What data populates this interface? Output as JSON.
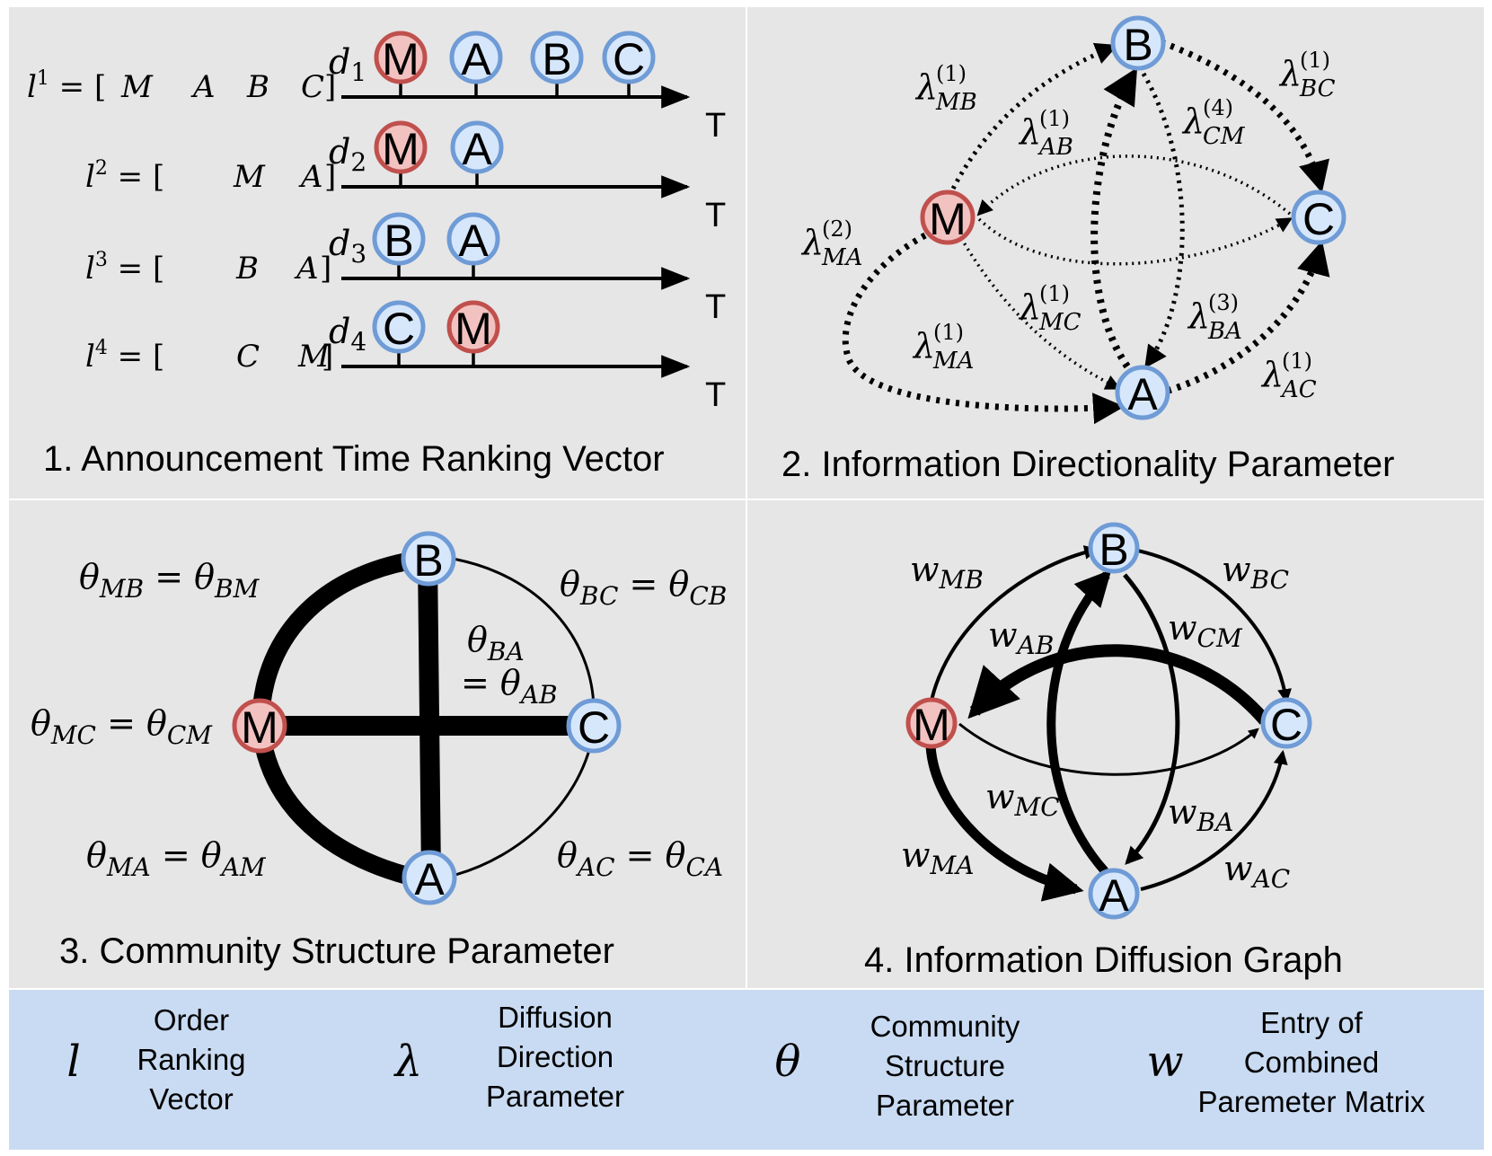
{
  "colors": {
    "panel_bg": "#e6e6e6",
    "legend_bg": "#c9dbf2",
    "red_fill": "#f2c2c0",
    "red_stroke": "#c0504d",
    "blue_fill": "#d6e7fb",
    "blue_stroke": "#6f9bd6"
  },
  "panel1": {
    "title": "1. Announcement Time Ranking Vector",
    "time_label": "T",
    "rows": [
      {
        "doc": "d",
        "sub": "1",
        "l_sup": "1",
        "l_items": [
          "M",
          "A",
          "B",
          "C"
        ],
        "events": [
          "M",
          "A",
          "B",
          "C"
        ]
      },
      {
        "doc": "d",
        "sub": "2",
        "l_sup": "2",
        "l_items": [
          "M",
          "A"
        ],
        "events": [
          "M",
          "A"
        ]
      },
      {
        "doc": "d",
        "sub": "3",
        "l_sup": "3",
        "l_items": [
          "B",
          "A"
        ],
        "events": [
          "B",
          "A"
        ]
      },
      {
        "doc": "d",
        "sub": "4",
        "l_sup": "4",
        "l_items": [
          "C",
          "M"
        ],
        "events": [
          "C",
          "M"
        ]
      }
    ]
  },
  "panel2": {
    "title": "2. Information Directionality Parameter",
    "nodes": [
      "B",
      "M",
      "C",
      "A"
    ],
    "edges": [
      {
        "sym": "λ",
        "sub": "MB",
        "sup": "(1)"
      },
      {
        "sym": "λ",
        "sub": "BC",
        "sup": "(1)"
      },
      {
        "sym": "λ",
        "sub": "AB",
        "sup": "(1)"
      },
      {
        "sym": "λ",
        "sub": "CM",
        "sup": "(4)"
      },
      {
        "sym": "λ",
        "sub": "MA",
        "sup": "(2)"
      },
      {
        "sym": "λ",
        "sub": "MC",
        "sup": "(1)"
      },
      {
        "sym": "λ",
        "sub": "BA",
        "sup": "(3)"
      },
      {
        "sym": "λ",
        "sub": "MA",
        "sup": "(1)"
      },
      {
        "sym": "λ",
        "sub": "AC",
        "sup": "(1)"
      }
    ]
  },
  "panel3": {
    "title": "3. Community Structure Parameter",
    "nodes": [
      "B",
      "M",
      "C",
      "A"
    ],
    "labels": [
      {
        "l": "MB",
        "r": "BM"
      },
      {
        "l": "BC",
        "r": "CB"
      },
      {
        "l": "BA",
        "r": "AB"
      },
      {
        "l": "MC",
        "r": "CM"
      },
      {
        "l": "MA",
        "r": "AM"
      },
      {
        "l": "AC",
        "r": "CA"
      }
    ],
    "sym": "θ",
    "eq": "="
  },
  "panel4": {
    "title": "4. Information Diffusion Graph",
    "nodes": [
      "B",
      "M",
      "C",
      "A"
    ],
    "sym": "w",
    "edges": [
      "MB",
      "BC",
      "AB",
      "CM",
      "MC",
      "BA",
      "MA",
      "AC"
    ]
  },
  "legend": [
    {
      "symbol": "l",
      "lines": [
        "Order",
        "Ranking",
        "Vector"
      ]
    },
    {
      "symbol": "λ",
      "lines": [
        "Diffusion",
        "Direction",
        "Parameter"
      ]
    },
    {
      "symbol": "θ",
      "lines": [
        "Community",
        "Structure",
        "Parameter"
      ]
    },
    {
      "symbol": "w",
      "lines": [
        "Entry of",
        "Combined",
        "Paremeter Matrix"
      ]
    }
  ]
}
